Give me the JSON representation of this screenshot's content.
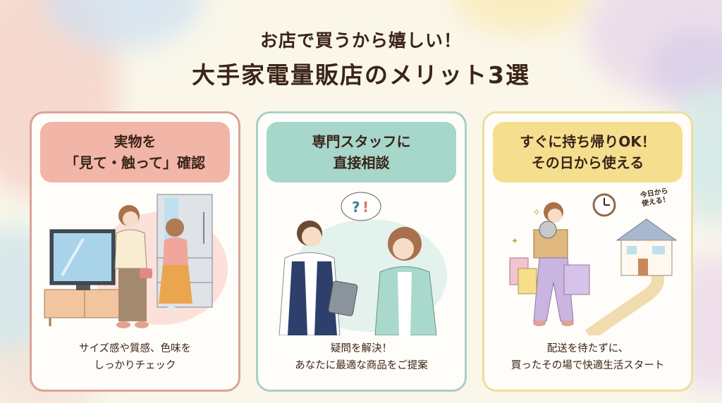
{
  "header": {
    "line1": "お店で買うから嬉しい！",
    "line2": "大手家電量販店のメリット3選"
  },
  "cards": [
    {
      "title_line1": "実物を",
      "title_line2": "「見て・触って」確認",
      "illustration": "women-checking-tv-and-fridge",
      "desc_line1": "サイズ感や質感、色味を",
      "desc_line2": "しっかりチェック",
      "accent": "#dba397",
      "pill_color": "#f1b6a7"
    },
    {
      "title_line1": "専門スタッフに",
      "title_line2": "直接相談",
      "illustration": "staff-consulting-customer",
      "bubble": "?!",
      "desc_line1": "疑問を解決！",
      "desc_line2": "あなたに最適な商品をご提案",
      "accent": "#a9cfc7",
      "pill_color": "#a7d6cb"
    },
    {
      "title_line1": "すぐに持ち帰りOK！",
      "title_line2": "その日から使える",
      "illustration": "woman-carrying-purchases-home",
      "callout_line1": "今日から",
      "callout_line2": "使える！",
      "desc_line1": "配送を待たずに、",
      "desc_line2": "買ったその場で快適生活スタート",
      "accent": "#efdc9a",
      "pill_color": "#f5df8f"
    }
  ]
}
